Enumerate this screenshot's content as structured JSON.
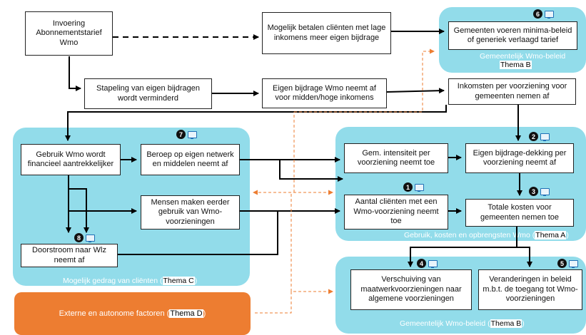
{
  "boxes": {
    "invoering": "Invoering Abonnementstarief Wmo",
    "mogelijk_betalen": "Mogelijk betalen cliënten met lage inkomens meer eigen bijdrage",
    "gemeenten_minima": "Gemeenten voeren minima-beleid of generiek verlaagd tarief",
    "stapeling": "Stapeling van eigen bijdragen wordt verminderd",
    "eigen_bijdrage_neemt_af": "Eigen bijdrage Wmo neemt af voor midden/hoge inkomens",
    "inkomsten": "Inkomsten per voorziening voor gemeenten nemen af",
    "gebruik_aantrekkelijker": "Gebruik Wmo wordt financieel aantrekkelijker",
    "beroep_netwerk": "Beroep op eigen netwerk en middelen neemt af",
    "gem_intensiteit": "Gem. intensiteit per voorziening neemt toe",
    "dekking": "Eigen bijdrage-dekking per voorziening neemt af",
    "eerder_gebruik": "Mensen maken eerder gebruik van Wmo-voorzieningen",
    "aantal_clienten": "Aantal cliënten met een Wmo-voorziening neemt toe",
    "totale_kosten": "Totale kosten voor gemeenten nemen toe",
    "doorstroom": "Doorstroom naar Wlz neemt af",
    "verschuiving": "Verschuiving van maatwerkvoorzieningen naar algemene voorzieningen",
    "veranderingen": "Veranderingen in beleid m.b.t. de toegang tot Wmo-voorzieningen"
  },
  "regions": {
    "thema_b_top": {
      "label": "Gemeentelijk Wmo-beleid",
      "tag": "Thema B"
    },
    "thema_a": {
      "label": "Gebruik, kosten en opbrengsten Wmo",
      "tag": "Thema A"
    },
    "thema_c": {
      "label": "Mogelijk gedrag van cliënten",
      "tag": "Thema C"
    },
    "thema_b_bottom": {
      "label": "Gemeentelijk Wmo-beleid",
      "tag": "Thema B"
    },
    "extern": {
      "label": "Externe en autonome factoren",
      "tag": "Thema D"
    }
  },
  "badges": {
    "b1": "1",
    "b2": "2",
    "b3": "3",
    "b4": "4",
    "b5": "5",
    "b6": "6",
    "b7": "7",
    "b8": "8"
  },
  "colors": {
    "region": "#92dcea",
    "extern": "#ed7d31",
    "dashed_orange": "#ed7d31",
    "monitor_icon": "#1f6fb5"
  }
}
